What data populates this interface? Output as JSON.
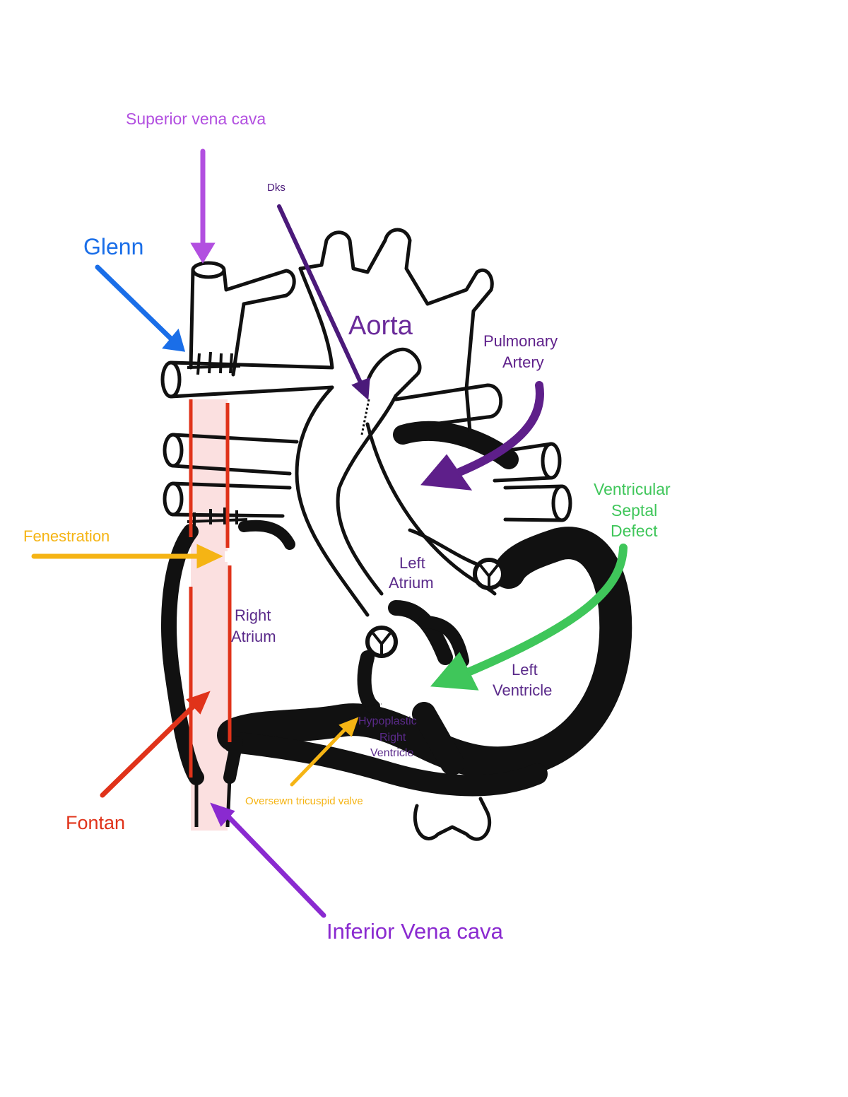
{
  "labels": {
    "superior_vena_cava": "Superior vena cava",
    "glenn": "Glenn",
    "dks": "Dks",
    "aorta": "Aorta",
    "pulmonary_artery_line1": "Pulmonary",
    "pulmonary_artery_line2": "Artery",
    "ventricular_septal_defect_line1": "Ventricular",
    "ventricular_septal_defect_line2": "Septal",
    "ventricular_septal_defect_line3": "Defect",
    "fenestration": "Fenestration",
    "left_atrium_line1": "Left",
    "left_atrium_line2": "Atrium",
    "right_atrium_line1": "Right",
    "right_atrium_line2": "Atrium",
    "left_ventricle_line1": "Left",
    "left_ventricle_line2": "Ventricle",
    "hypoplastic_rv_line1": "Hypoplastic",
    "hypoplastic_rv_line2": "Right",
    "hypoplastic_rv_line3": "Ventricle",
    "oversewn_tricuspid_valve": "Oversewn tricuspid valve",
    "fontan": "Fontan",
    "inferior_vena_cava": "Inferior Vena cava"
  },
  "colors": {
    "svc": "#b24fe0",
    "glenn": "#1a6ee8",
    "dks": "#4b1a7a",
    "aorta": "#6a2a9a",
    "pulmonary": "#5e1f8a",
    "vsd": "#3fc65a",
    "fenestration": "#f5b414",
    "fontan": "#e0331a",
    "ivc": "#8a2ad0",
    "chamber_text": "#5a2a8a",
    "outline": "#111111",
    "conduit_fill": "#fbe0e0"
  }
}
